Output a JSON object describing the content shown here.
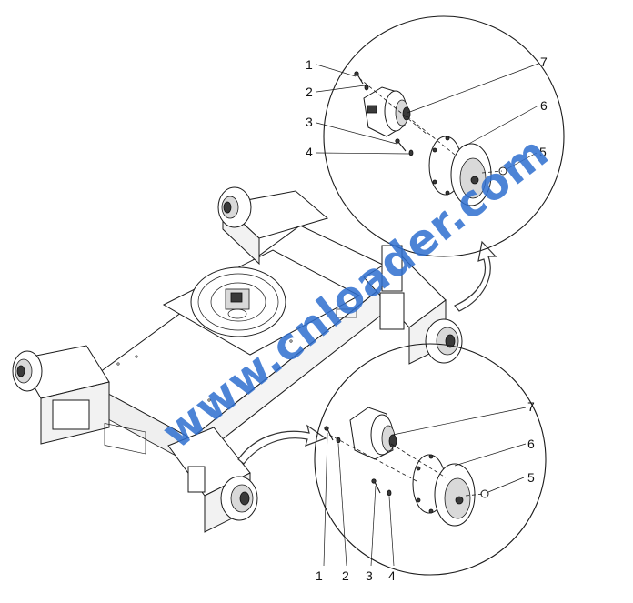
{
  "watermark": "www.cnloader.com",
  "callouts_upper": {
    "c1": "1",
    "c2": "2",
    "c3": "3",
    "c4": "4",
    "c5": "5",
    "c6": "6",
    "c7": "7"
  },
  "callouts_lower": {
    "c1": "1",
    "c2": "2",
    "c3": "3",
    "c4": "4",
    "c5": "5",
    "c6": "6",
    "c7": "7"
  },
  "colors": {
    "watermark": "#2f6fd0",
    "lines": "#1a1a1a"
  }
}
